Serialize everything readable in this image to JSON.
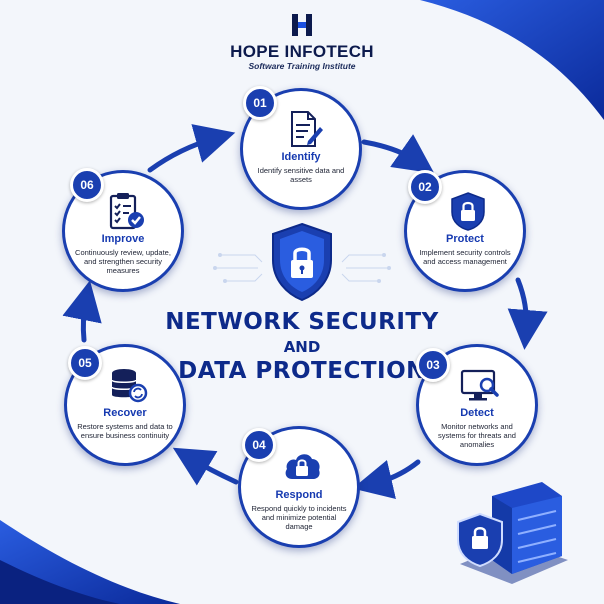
{
  "brand": {
    "name": "HOPE INFOTECH",
    "tagline": "Software Training Institute"
  },
  "title": {
    "line1": "NETWORK SECURITY",
    "line2": "AND",
    "line3": "DATA PROTECTION"
  },
  "steps": [
    {
      "num": "01",
      "title": "Identify",
      "desc": "Identify sensitive data and assets",
      "icon": "document-pen-icon"
    },
    {
      "num": "02",
      "title": "Protect",
      "desc": "Implement security controls and access management",
      "icon": "shield-lock-icon"
    },
    {
      "num": "03",
      "title": "Detect",
      "desc": "Monitor networks and systems for threats and anomalies",
      "icon": "monitor-magnifier-icon"
    },
    {
      "num": "04",
      "title": "Respond",
      "desc": "Respond quickly to incidents and minimize potential damage",
      "icon": "cloud-lock-icon"
    },
    {
      "num": "05",
      "title": "Recover",
      "desc": "Restore systems and data to ensure business continuity",
      "icon": "database-restore-icon"
    },
    {
      "num": "06",
      "title": "Improve",
      "desc": "Continuously review, update, and strengthen security measures",
      "icon": "clipboard-check-icon"
    }
  ],
  "colors": {
    "primary": "#1a3fb0",
    "dark": "#0d2a8a",
    "background": "#f3f6fb"
  }
}
